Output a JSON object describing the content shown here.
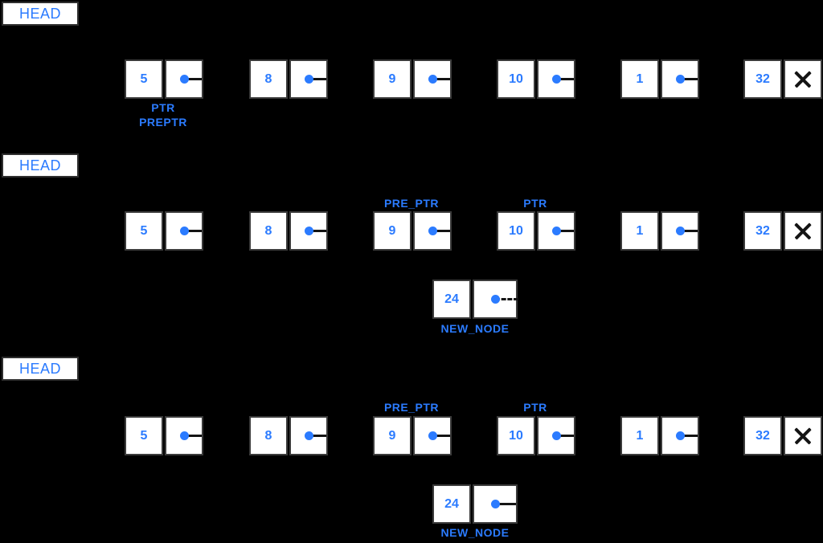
{
  "colors": {
    "background": "#000000",
    "box_fill": "#ffffff",
    "box_border": "#3b3b3b",
    "accent_blue": "#2b7bff",
    "line_black": "#141414"
  },
  "icons": {
    "pointer": "dot",
    "null_pointer": "x-mark"
  },
  "rows": [
    {
      "head": "HEAD",
      "nodes": [
        "5",
        "8",
        "9",
        "10",
        "1",
        "32"
      ],
      "labels": {
        "ptr": "PTR",
        "preptr": "PREPTR"
      }
    },
    {
      "head": "HEAD",
      "nodes": [
        "5",
        "8",
        "9",
        "10",
        "1",
        "32"
      ],
      "labels": {
        "pre_ptr": "PRE_PTR",
        "ptr": "PTR"
      },
      "new_node": {
        "value": "24",
        "label": "NEW_NODE",
        "pointer_style": "dashed"
      }
    },
    {
      "head": "HEAD",
      "nodes": [
        "5",
        "8",
        "9",
        "10",
        "1",
        "32"
      ],
      "labels": {
        "pre_ptr": "PRE_PTR",
        "ptr": "PTR"
      },
      "new_node": {
        "value": "24",
        "label": "NEW_NODE",
        "pointer_style": "solid"
      }
    }
  ]
}
